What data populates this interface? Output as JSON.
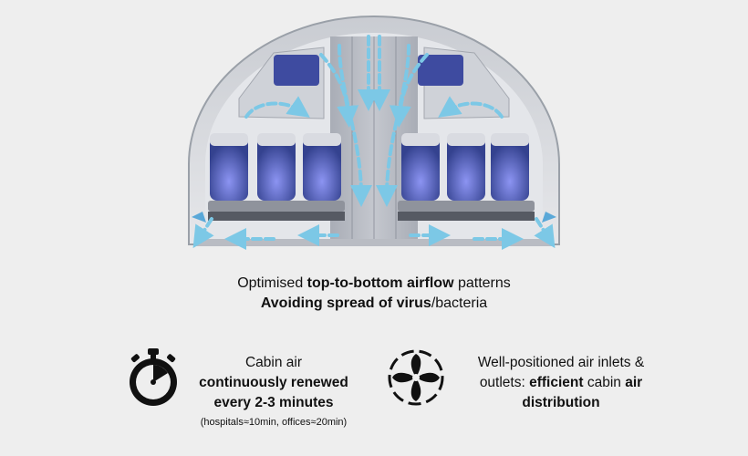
{
  "caption": {
    "line1_pre": "Optimised ",
    "line1_bold": "top-to-bottom airflow",
    "line1_post": " patterns",
    "line2_bold": "Avoiding spread of virus",
    "line2_post": "/bacteria"
  },
  "feature_renewal": {
    "line1": "Cabin air",
    "line2_bold": "continuously renewed",
    "line3_bold": "every 2-3 minutes",
    "note": "(hospitals≈10min, offices≈20min)"
  },
  "feature_distribution": {
    "line1": "Well-positioned air inlets &",
    "line2_pre": "outlets: ",
    "line2_bold": "efficient",
    "line2_mid": " cabin ",
    "line2_bold2": "air",
    "line3_bold": "distribution"
  },
  "icons": {
    "renewal": "stopwatch-icon",
    "distribution": "fan-icon"
  },
  "colors": {
    "airflow": "#7cc8e6",
    "seat": "#3f4fa8",
    "seat_glow": "#7e86ee",
    "cabin_shell": "#d8dbe0",
    "background": "#eeeeee"
  }
}
